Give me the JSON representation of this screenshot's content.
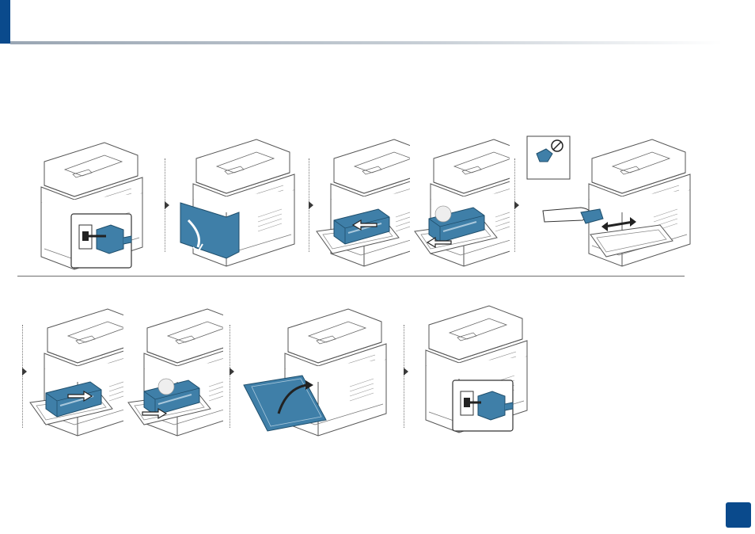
{
  "colors": {
    "brand": "#0a4a8c",
    "toner_blue": "#3f7fa8",
    "line": "#6d6d6d"
  },
  "steps_row1": [
    {
      "name": "step-unplug-power-cord",
      "icon": "power-plug-icon"
    },
    {
      "name": "step-open-front-cover",
      "icon": "front-cover-icon"
    },
    {
      "name": "step-pull-out-toner",
      "icon": "toner-cartridge-icon"
    },
    {
      "name": "step-remove-toner",
      "icon": "toner-cartridge-icon"
    },
    {
      "name": "step-clean-inside",
      "icon": "cleaning-cloth-icon"
    }
  ],
  "steps_row2": [
    {
      "name": "step-insert-toner",
      "icon": "toner-cartridge-icon"
    },
    {
      "name": "step-push-toner-in",
      "icon": "toner-cartridge-icon"
    },
    {
      "name": "step-close-front-cover",
      "icon": "front-cover-icon"
    },
    {
      "name": "step-plug-in-power-cord",
      "icon": "power-plug-icon"
    }
  ]
}
